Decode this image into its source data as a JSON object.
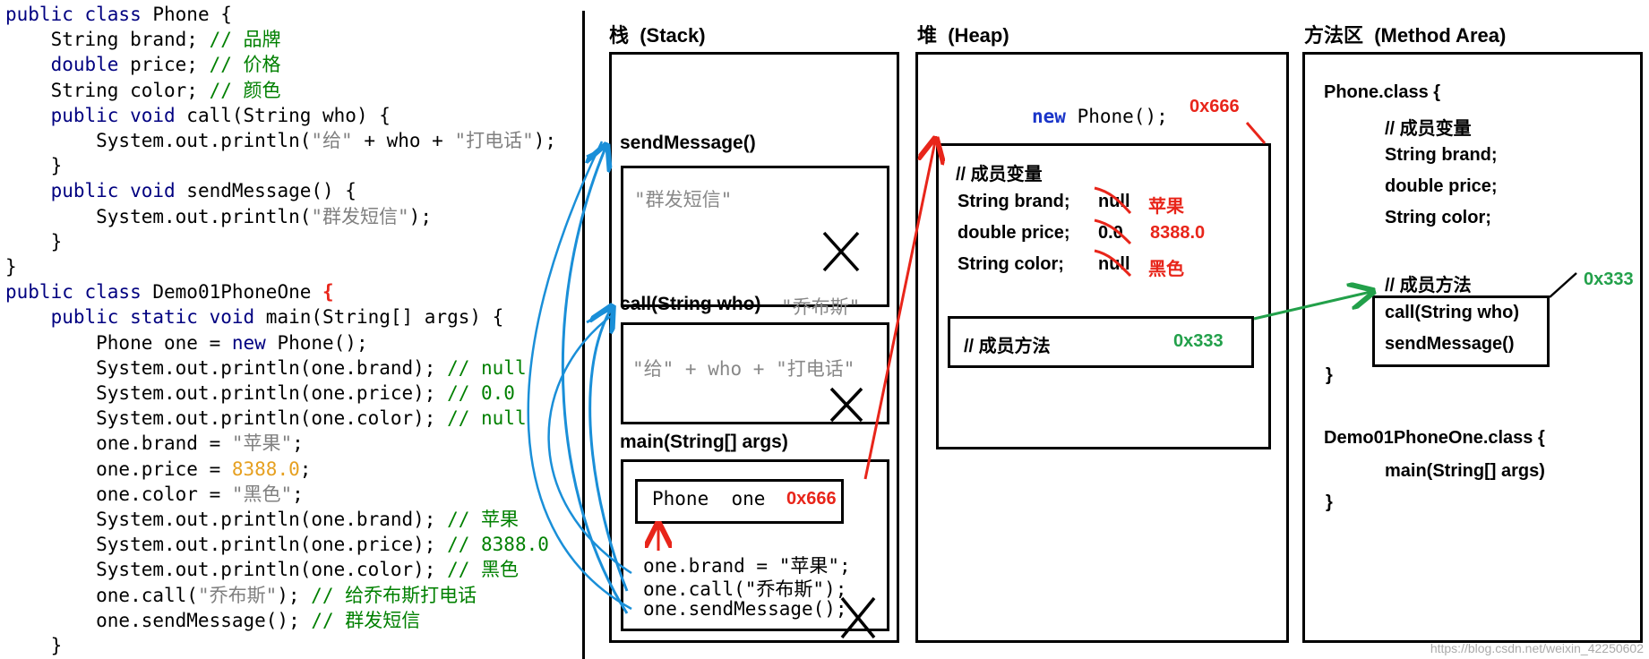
{
  "code": {
    "lines": [
      [
        {
          "t": "public class ",
          "c": "kw"
        },
        {
          "t": "Phone {",
          "c": ""
        }
      ],
      [
        {
          "t": "    String brand; ",
          "c": ""
        },
        {
          "t": "// 品牌",
          "c": "str"
        }
      ],
      [
        {
          "t": "    double ",
          "c": "kw"
        },
        {
          "t": "price; ",
          "c": ""
        },
        {
          "t": "// 价格",
          "c": "str"
        }
      ],
      [
        {
          "t": "    String color; ",
          "c": ""
        },
        {
          "t": "// 颜色",
          "c": "str"
        }
      ],
      [
        {
          "t": "    public void ",
          "c": "kw"
        },
        {
          "t": "call(String who) {",
          "c": ""
        }
      ],
      [
        {
          "t": "        System.out.println(",
          "c": ""
        },
        {
          "t": "\"给\"",
          "c": "cmt"
        },
        {
          "t": " + who + ",
          "c": ""
        },
        {
          "t": "\"打电话\"",
          "c": "cmt"
        },
        {
          "t": ");",
          "c": ""
        }
      ],
      [
        {
          "t": "    }",
          "c": ""
        }
      ],
      [
        {
          "t": "    public void ",
          "c": "kw"
        },
        {
          "t": "sendMessage() {",
          "c": ""
        }
      ],
      [
        {
          "t": "        System.out.println(",
          "c": ""
        },
        {
          "t": "\"群发短信\"",
          "c": "cmt"
        },
        {
          "t": ");",
          "c": ""
        }
      ],
      [
        {
          "t": "    }",
          "c": ""
        }
      ],
      [
        {
          "t": "}",
          "c": ""
        }
      ],
      [
        {
          "t": "public class ",
          "c": "kw"
        },
        {
          "t": "Demo01PhoneOne ",
          "c": ""
        },
        {
          "t": "{",
          "c": "red"
        }
      ],
      [
        {
          "t": "    public static void ",
          "c": "kw"
        },
        {
          "t": "main(String[] args) {",
          "c": ""
        }
      ],
      [
        {
          "t": "        Phone one = ",
          "c": ""
        },
        {
          "t": "new ",
          "c": "kw"
        },
        {
          "t": "Phone();",
          "c": ""
        }
      ],
      [
        {
          "t": "        System.out.println(one.brand); ",
          "c": ""
        },
        {
          "t": "// null",
          "c": "str"
        }
      ],
      [
        {
          "t": "        System.out.println(one.price); ",
          "c": ""
        },
        {
          "t": "// 0.0",
          "c": "str"
        }
      ],
      [
        {
          "t": "        System.out.println(one.color); ",
          "c": ""
        },
        {
          "t": "// null",
          "c": "str"
        }
      ],
      [
        {
          "t": "        one.brand = ",
          "c": ""
        },
        {
          "t": "\"苹果\"",
          "c": "cmt"
        },
        {
          "t": ";",
          "c": ""
        }
      ],
      [
        {
          "t": "        one.price = ",
          "c": ""
        },
        {
          "t": "8388.0",
          "c": "num"
        },
        {
          "t": ";",
          "c": ""
        }
      ],
      [
        {
          "t": "        one.color = ",
          "c": ""
        },
        {
          "t": "\"黑色\"",
          "c": "cmt"
        },
        {
          "t": ";",
          "c": ""
        }
      ],
      [
        {
          "t": "        System.out.println(one.brand); ",
          "c": ""
        },
        {
          "t": "// 苹果",
          "c": "str"
        }
      ],
      [
        {
          "t": "        System.out.println(one.price); ",
          "c": ""
        },
        {
          "t": "// 8388.0",
          "c": "str"
        }
      ],
      [
        {
          "t": "        System.out.println(one.color); ",
          "c": ""
        },
        {
          "t": "// 黑色",
          "c": "str"
        }
      ],
      [
        {
          "t": "        one.call(",
          "c": ""
        },
        {
          "t": "\"乔布斯\"",
          "c": "cmt"
        },
        {
          "t": "); ",
          "c": ""
        },
        {
          "t": "// 给乔布斯打电话",
          "c": "str"
        }
      ],
      [
        {
          "t": "        one.sendMessage(); ",
          "c": ""
        },
        {
          "t": "// 群发短信",
          "c": "str"
        }
      ],
      [
        {
          "t": "    }",
          "c": ""
        }
      ]
    ]
  },
  "stack": {
    "title": "栈  (Stack)",
    "send_message_label": "sendMessage()",
    "send_message_body": "\"群发短信\"",
    "call_label": "call(String who)",
    "call_arg": "\"乔布斯\"",
    "call_body": "\"给\" + who + \"打电话\"",
    "main_label": "main(String[] args)",
    "phone_var": "Phone  one",
    "phone_addr": "0x666",
    "main_line1": "one.brand = \"苹果\";",
    "main_line2": "one.call(\"乔布斯\");",
    "main_line3": "one.sendMessage();"
  },
  "heap": {
    "title": "堆  (Heap)",
    "new_kw": "new",
    "new_rest": " Phone();",
    "addr": "0x666",
    "fields_comment": "// 成员变量",
    "brand_label": "String brand;",
    "brand_old": "null",
    "brand_new": "苹果",
    "price_label": "double price;",
    "price_old": "0.0",
    "price_new": "8388.0",
    "color_label": "String color;",
    "color_old": "null",
    "color_new": "黑色",
    "methods_comment": "// 成员方法",
    "methods_addr": "0x333"
  },
  "method_area": {
    "title": "方法区  (Method Area)",
    "phone_class": "Phone.class {",
    "fields_comment": "// 成员变量",
    "field1": "String brand;",
    "field2": "double price;",
    "field3": "String color;",
    "methods_comment": "// 成员方法",
    "methods_addr": "0x333",
    "method1": "call(String who)",
    "method2": "sendMessage()",
    "close1": "}",
    "demo_class": "Demo01PhoneOne.class {",
    "demo_method": "main(String[] args)",
    "close2": "}"
  },
  "colors": {
    "blue_arrow": "#1a8fd8",
    "red_arrow": "#e8251a",
    "green_arrow": "#22a04a"
  },
  "watermark": "https://blog.csdn.net/weixin_42250602"
}
